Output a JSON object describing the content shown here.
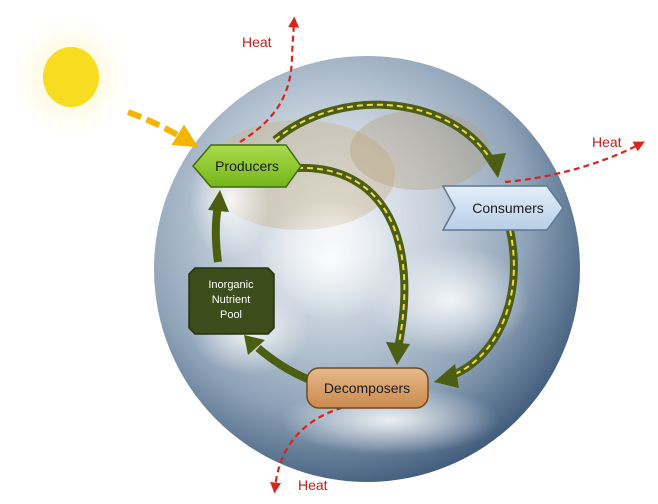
{
  "diagram": {
    "nodes": {
      "producers": "Producers",
      "consumers": "Consumers",
      "decomposers": "Decomposers",
      "nutrient_pool": [
        "Inorganic",
        "Nutrient",
        "Pool"
      ]
    },
    "heat_labels": {
      "top": "Heat",
      "right": "Heat",
      "bottom": "Heat"
    },
    "colors": {
      "producers_fill": "#8ac926",
      "consumers_fill": "#cfe2f3",
      "decomposers_fill": "#d9a066",
      "pool_fill": "#3a4d1a",
      "cycle_arrow": "#4b5e12",
      "energy_stripe": "#f2d64b",
      "heat_arrow": "#d9241c",
      "sun": "#f7dc1f"
    }
  }
}
